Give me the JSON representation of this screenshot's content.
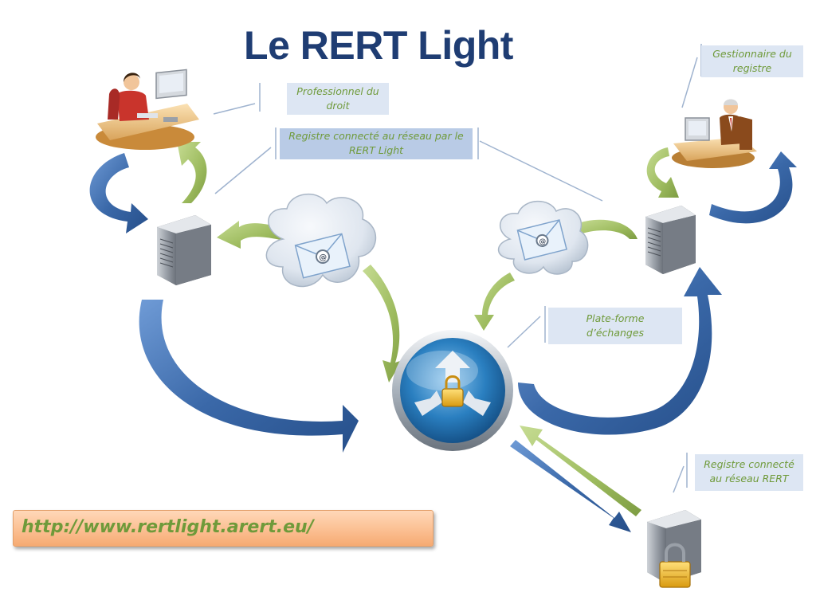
{
  "title": "Le RERT Light",
  "labels": {
    "professionnel": "Professionnel du droit",
    "registre_light": "Registre connecté au réseau par le RERT Light",
    "gestionnaire": "Gestionnaire  du registre",
    "plateforme": "Plate-forme d’échanges",
    "registre_rert": "Registre connecté au réseau RERT"
  },
  "url": "http://www.rertlight.arert.eu/",
  "colors": {
    "title": "#1f3d73",
    "label_text": "#6f9a3a",
    "blue_arrow": "#3a68a8",
    "green_arrow": "#9dbb5e",
    "url_box": "#fbbf92",
    "callout_line": "#9fb3cf"
  },
  "icons": [
    "woman-at-desk-icon",
    "man-at-desk-icon",
    "server-icon",
    "email-cloud-icon",
    "exchange-hub-lock-icon",
    "locked-server-icon"
  ]
}
